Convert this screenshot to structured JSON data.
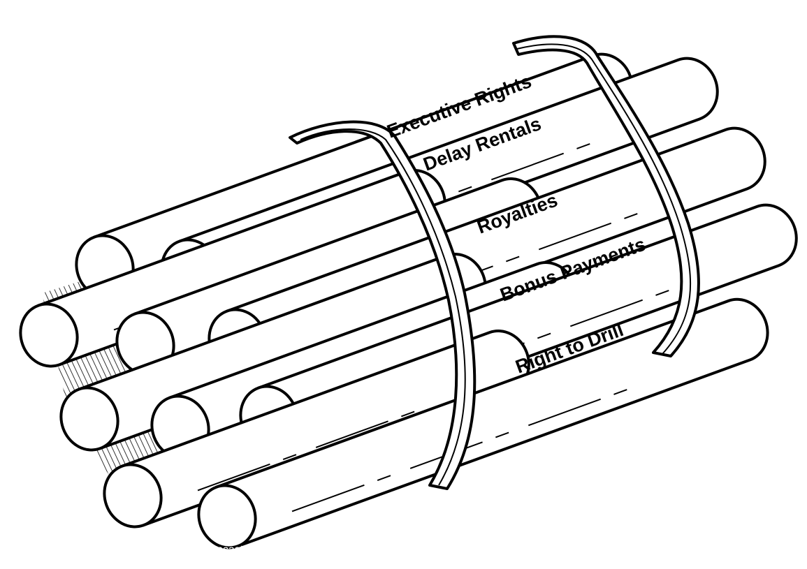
{
  "figure": {
    "subject": "bundle of sticks",
    "labels": [
      "Executive Rights",
      "Delay Rentals",
      "Royalties",
      "Bonus Payments",
      "Right to Drill"
    ],
    "watermark": "pcast"
  },
  "colors": {
    "ink": "#000000",
    "paper": "#ffffff"
  }
}
